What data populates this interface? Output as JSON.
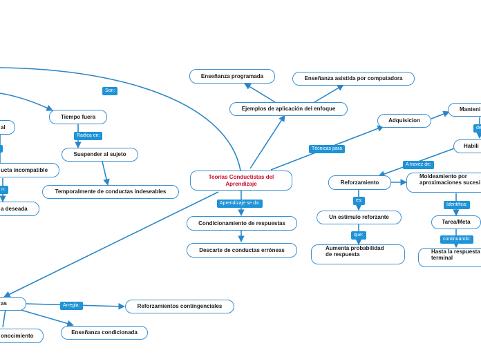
{
  "root": {
    "line1": "Teorías Conductistas del",
    "line2": "Aprendizaje"
  },
  "nodes": {
    "ensenanza_programada": "Enseñanza programada",
    "ensenanza_asistida": "Enseñanza asistida por computadora",
    "ejemplos_aplicacion": "Ejemplos de aplicación del enfoque",
    "adquisicion": "Adquisicion",
    "mantenimiento": "Manteni",
    "habilidades": "Habili",
    "tiempo_fuera": "Tiempo fuera",
    "suspender_sujeto": "Suspender al sujeto",
    "temporalmente": "Temporalmente de conductas indeseables",
    "reforzamiento": "Reforzamiento",
    "moldeamiento": {
      "line1": "Moldeamiento por",
      "line2": "aproximaciones sucesi"
    },
    "estimulo_reforzante": "Un estimulo reforzante",
    "aumenta_probabilidad": {
      "line1": "Aumenta probabilidad",
      "line2": "de respuesta"
    },
    "tarea_meta": "Tarea/Meta",
    "hasta_respuesta": {
      "line1": "Hasta la respuesta",
      "line2": "terminal"
    },
    "condicionamiento_respuestas": "Condicionamiento de respuestas",
    "descarte_conductas": "Descarte de conductas erróneas",
    "reforzamientos_contingenciales": "Reforzamientos contingenciales",
    "ensenanza_condicionada": "Enseñanza condicionada",
    "left_al": "al",
    "left_conducta_incompatible": "ucta incompatible",
    "left_deseada": "a deseada",
    "left_as": "as",
    "left_conocimiento": "onocimiento"
  },
  "tags": {
    "son": "Son:",
    "radica_en": "Radica en:",
    "tecnicas_para": "Técnicas para",
    "de": "de",
    "a_traves_de": "A travez de:",
    "aprendizaje_se_da": "Aprendizaje se da:",
    "es": "es:",
    "que": "que:",
    "identifica": "Identifica:",
    "continuando": "continuando:",
    "arregla": "Arregla:",
    "left_en": "n:"
  },
  "colors": {
    "line": "#2a86c8",
    "tag_bg": "#1e93d6",
    "root_text": "#c8102e",
    "node_border": "#3a8fd0"
  }
}
